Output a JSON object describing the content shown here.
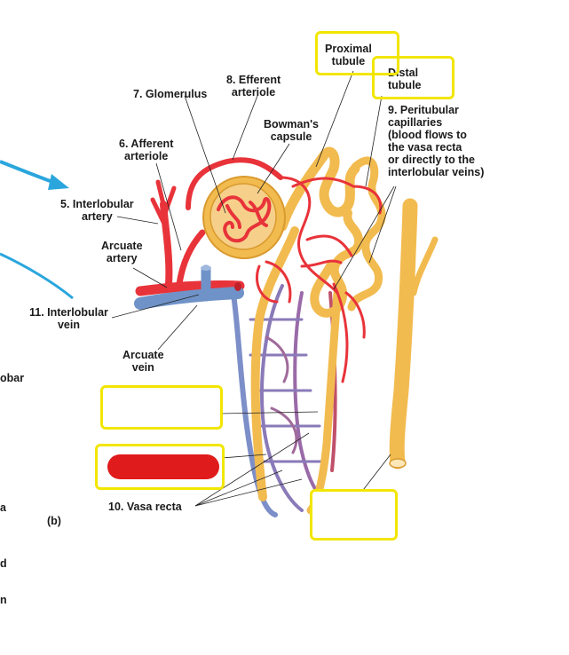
{
  "figure": {
    "panel_label": "(b)",
    "labels": {
      "proximal_tubule": "Proximal\ntubule",
      "distal_tubule": "Distal\ntubule",
      "efferent_arteriole": "8. Efferent\narteriole",
      "glomerulus": "7. Glomerulus",
      "bowmans_capsule": "Bowman's\ncapsule",
      "afferent_arteriole": "6. Afferent\narteriole",
      "peritubular_capillaries": "9. Peritubular\ncapillaries\n(blood flows to\nthe vasa recta\nor directly to the\ninterlobular veins)",
      "interlobular_artery": "5. Interlobular\nartery",
      "arcuate_artery": "Arcuate\nartery",
      "interlobular_vein": "11. Interlobular\nvein",
      "arcuate_vein": "Arcuate\nvein",
      "vasa_recta": "10. Vasa recta"
    },
    "cropped_left_text": [
      "obar",
      "a",
      "d",
      "n"
    ],
    "colors": {
      "artery": "#e8333a",
      "vein": "#6f93c8",
      "tubule": "#f2bb4f",
      "highlight_box": "#f2e600",
      "redaction": "#e01b1b",
      "arrow": "#2aa6dd"
    }
  }
}
